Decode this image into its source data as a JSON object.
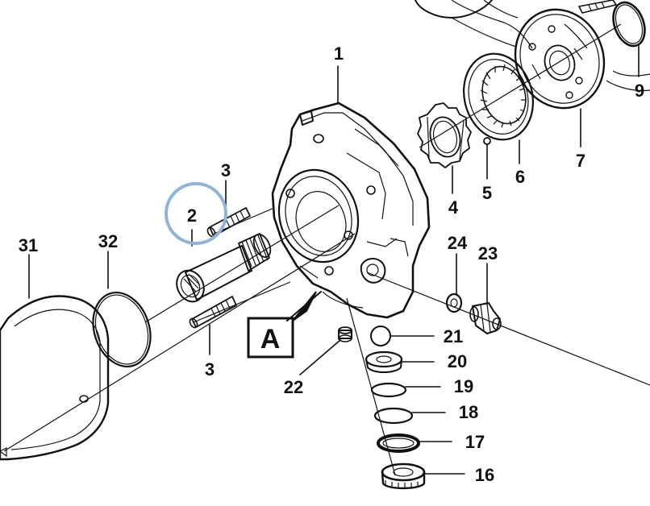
{
  "callouts": {
    "c1": "1",
    "c2": "2",
    "c3a": "3",
    "c3b": "3",
    "c4": "4",
    "c5": "5",
    "c6": "6",
    "c7": "7",
    "c9": "9",
    "c16": "16",
    "c17": "17",
    "c18": "18",
    "c19": "19",
    "c20": "20",
    "c21": "21",
    "c22": "22",
    "c23": "23",
    "c24": "24",
    "c31": "31",
    "c32": "32"
  },
  "view_marker": "A",
  "highlight": {
    "target": "2",
    "color": "#8fb3d9"
  }
}
